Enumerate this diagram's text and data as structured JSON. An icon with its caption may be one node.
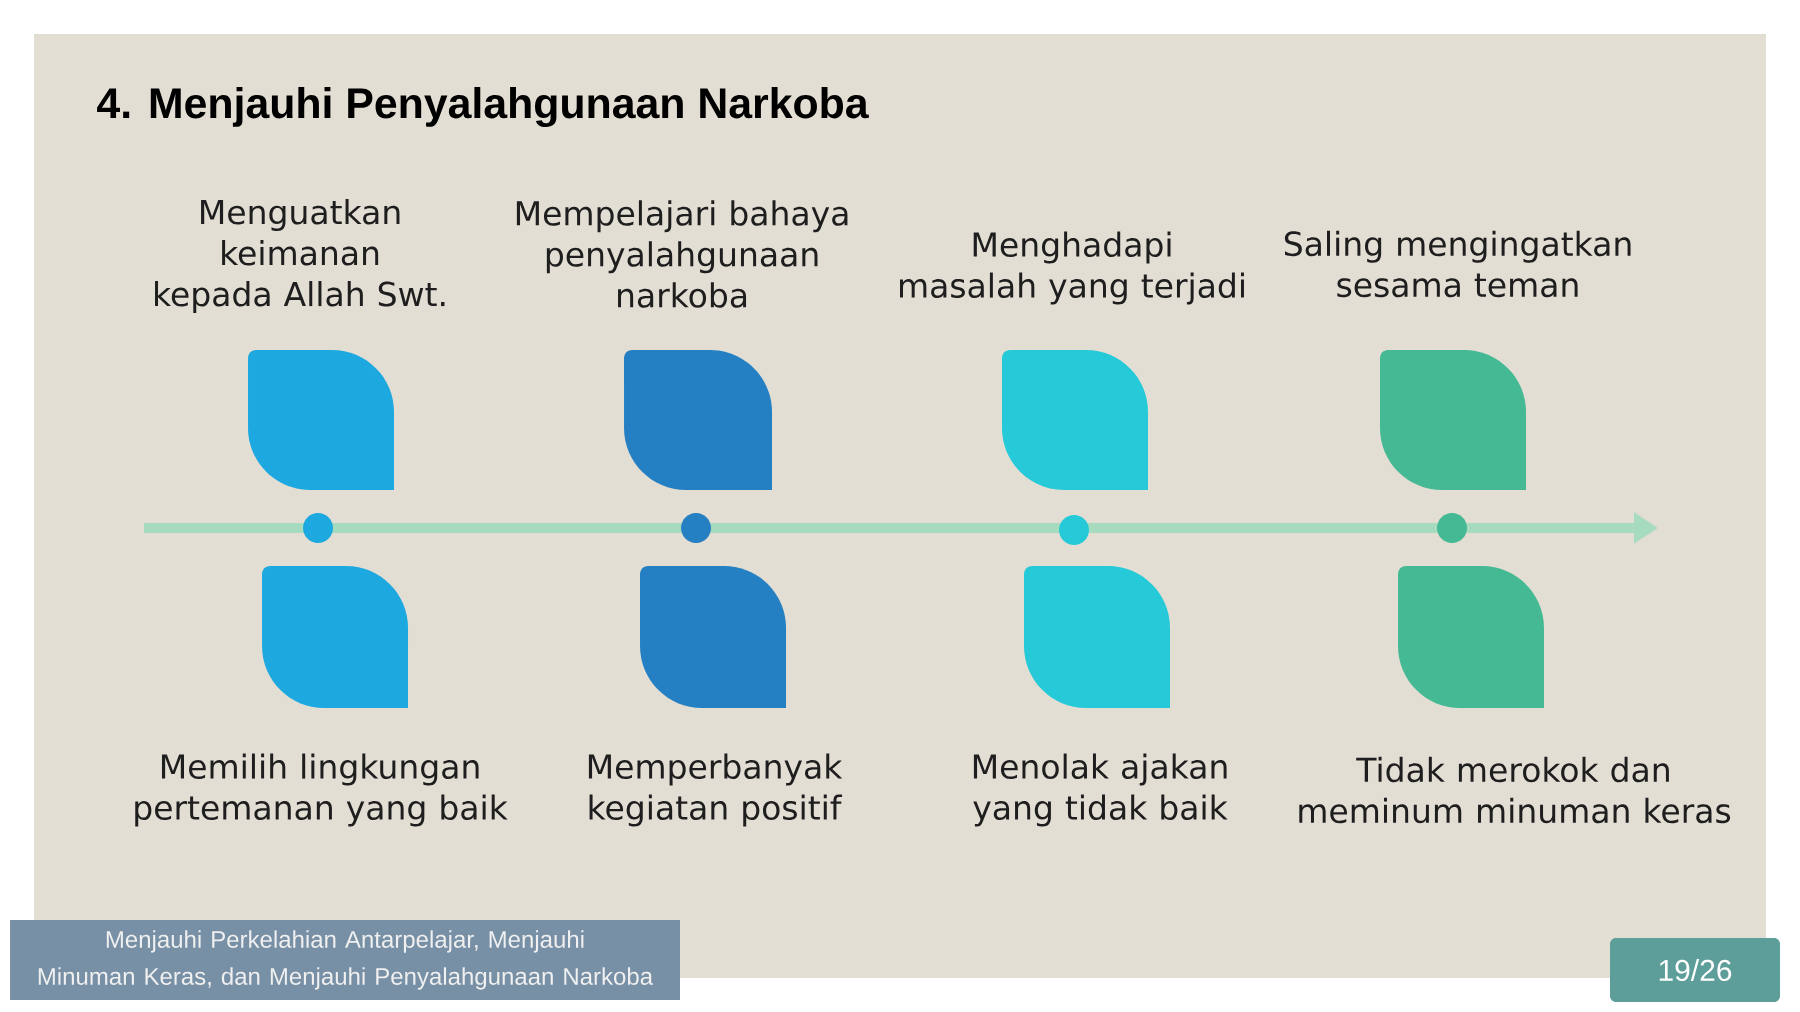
{
  "diagram": {
    "title": "4. Menjauhi Penyalahgunaan Narkoba",
    "nodes": [
      {
        "text": [
          "Menguatkan keimanan kepada Allah Swt."
        ]
      },
      {
        "text": [
          "Mempelajari bahaya penyalahgunaan narkoba"
        ]
      },
      {
        "text": [
          "Menghadapi masalah yang terjadi"
        ]
      },
      {
        "text": [
          "Saling mengingatkan sesama teman"
        ]
      },
      {
        "text": [
          "Memilih lingkungan pertemanan yang baik"
        ]
      },
      {
        "text": [
          "Memperbanyak kegiatan positif"
        ]
      },
      {
        "text": [
          "Menolak ajakan yang tidak baik"
        ]
      },
      {
        "text": [
          "Tidak merokok dan meminum minuman keras"
        ]
      },
      {
        "text": [
          "Menjauhi Perkelahian Antarpelajar, Menjauhi Minuman Keras, dan Menjauhi Penyalahgunaan Narkoba"
        ]
      },
      {
        "text": [
          "19/26"
        ]
      }
    ]
  }
}
